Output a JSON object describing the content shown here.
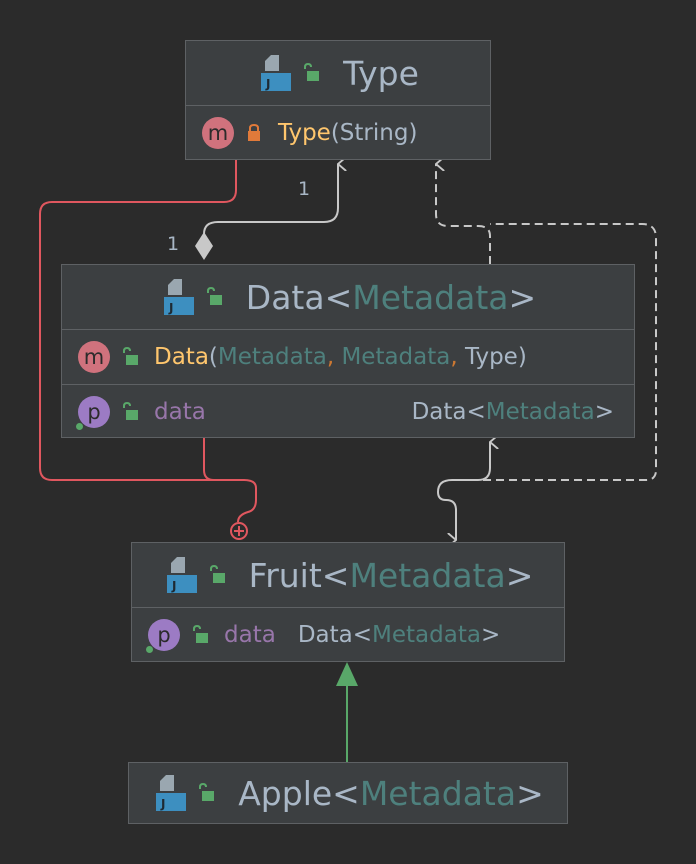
{
  "nodes": {
    "type": {
      "name": "Type",
      "members": [
        {
          "kind": "method",
          "badge": "m",
          "visibility": "private",
          "name": "Type",
          "params": "(String)"
        }
      ]
    },
    "data": {
      "name": "Data",
      "type_param": "Metadata",
      "members": [
        {
          "kind": "method",
          "badge": "m",
          "visibility": "public",
          "name": "Data",
          "p1": "Metadata",
          "p2": "Metadata",
          "p3": "Type",
          "open": "(",
          "close": ")",
          "comma": ","
        },
        {
          "kind": "property",
          "badge": "p",
          "visibility": "public",
          "name": "data",
          "type": "Data",
          "type_param": "Metadata"
        }
      ]
    },
    "fruit": {
      "name": "Fruit",
      "type_param": "Metadata",
      "members": [
        {
          "kind": "property",
          "badge": "p",
          "visibility": "public",
          "name": "data",
          "type": "Data",
          "type_param": "Metadata"
        }
      ]
    },
    "apple": {
      "name": "Apple",
      "type_param": "Metadata"
    }
  },
  "generic": {
    "open": "<",
    "close": ">"
  },
  "edges": {
    "aggregation_source_multiplicity": "1",
    "aggregation_target_multiplicity": "1"
  },
  "icons": {
    "class": "java-class-icon",
    "public": "unlocked-icon",
    "private": "locked-icon",
    "method": "method-badge-icon",
    "property": "property-badge-icon",
    "inner": "inner-class-circle-plus-icon",
    "aggregation": "diamond-icon"
  },
  "colors": {
    "background": "#2b2b2b",
    "node_bg": "#3c3f41",
    "border": "#5e6164",
    "text": "#a9b7c6",
    "type_param": "#4e807d",
    "method_name": "#ffc66d",
    "field_name": "#9876aa",
    "comma": "#cc7832",
    "inner_edge": "#e0575f",
    "generalization": "#59a869",
    "dependency": "#c8c8c8",
    "unlocked": "#59a869",
    "locked": "#e07a3a"
  }
}
